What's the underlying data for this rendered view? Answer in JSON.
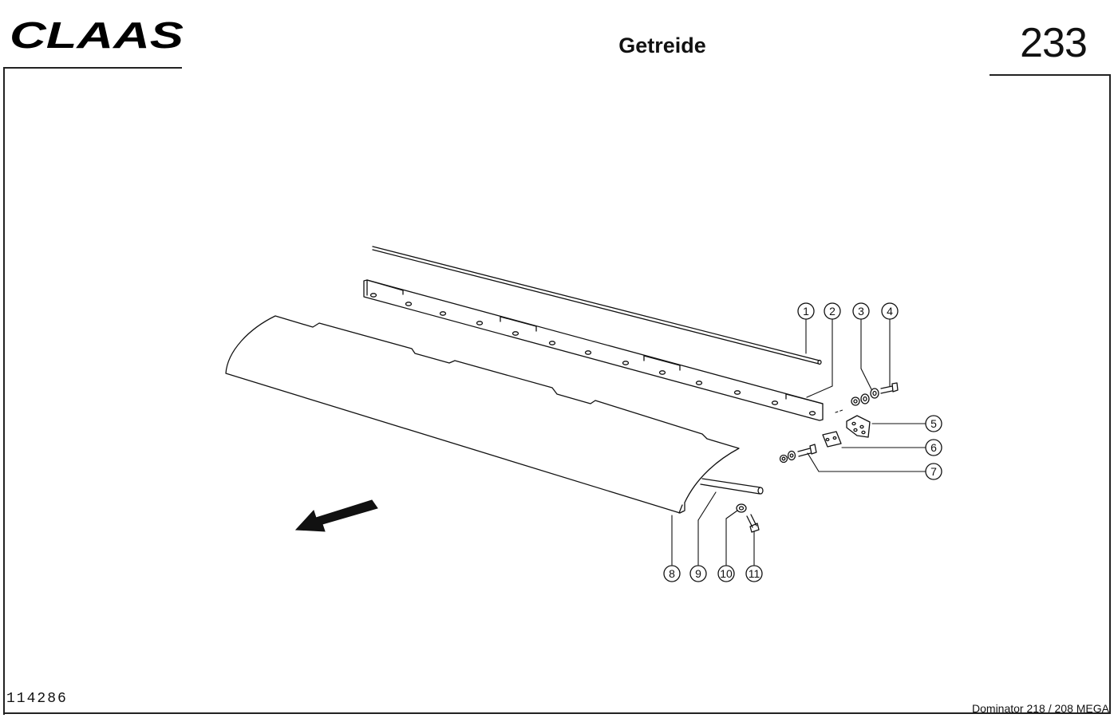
{
  "header": {
    "brand": "CLAAS",
    "section_title": "Getreide",
    "page_number": "233"
  },
  "footer": {
    "document_number": "114286",
    "model": "Dominator 218 / 208 MEGA"
  },
  "callouts": [
    "1",
    "2",
    "3",
    "4",
    "5",
    "6",
    "7",
    "8",
    "9",
    "10",
    "11"
  ],
  "colors": {
    "line": "#111111",
    "paper": "#ffffff"
  }
}
